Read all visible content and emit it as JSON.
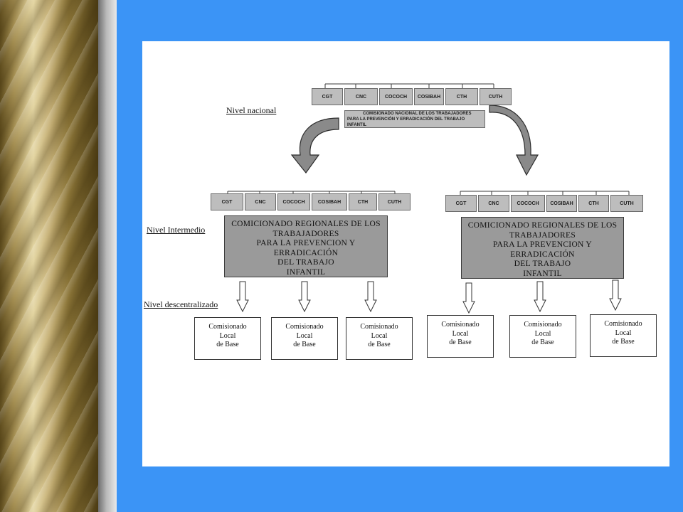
{
  "levels": {
    "national": "Nivel nacional",
    "intermediate": "Nivel Intermedio",
    "decentralized": "Nivel descentralizado"
  },
  "unions": [
    "CGT",
    "CNC",
    "COCOCH",
    "COSIBAH",
    "CTH",
    "CUTH"
  ],
  "national_commission": {
    "line1": "COMISIONADO NACIONAL DE LOS TRABAJADORES",
    "line2": "PARA LA PREVENCIÓN Y ERRADICACIÓN DEL TRABAJO INFANTIL"
  },
  "regional_commission": {
    "line1": "COMICIONADO REGIONALES  DE LOS",
    "line2": "TRABAJADORES",
    "line3": "PARA LA PREVENCION Y ERRADICACIÓN",
    "line4": "DEL TRABAJO",
    "line5": "INFANTIL"
  },
  "local_commission": {
    "line1": "Comisionado",
    "line2": "Local",
    "line3": "de Base"
  },
  "colors": {
    "background": "#3b94f6",
    "panel": "#ffffff",
    "box_gray": "#9a9a9a",
    "cell_gray": "#bdbdbd"
  }
}
